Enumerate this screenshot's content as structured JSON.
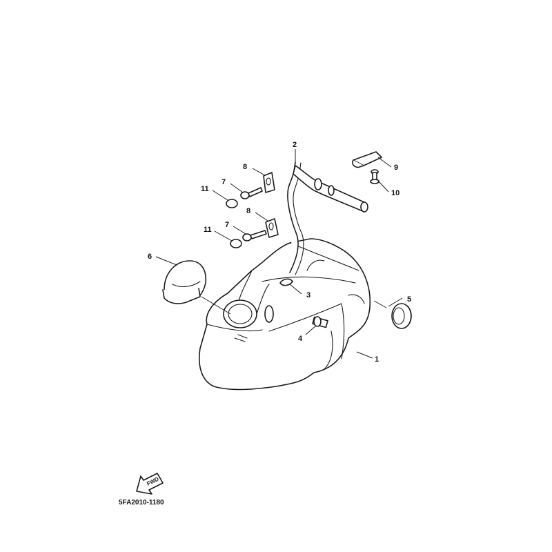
{
  "diagram": {
    "code": "5FA2010-1180",
    "fwd_label": "FWD",
    "callouts": [
      {
        "id": "n2",
        "text": "2"
      },
      {
        "id": "n8a",
        "text": "8"
      },
      {
        "id": "n9",
        "text": "9"
      },
      {
        "id": "n7a",
        "text": "7"
      },
      {
        "id": "n11a",
        "text": "11"
      },
      {
        "id": "n10",
        "text": "10"
      },
      {
        "id": "n8b",
        "text": "8"
      },
      {
        "id": "n7b",
        "text": "7"
      },
      {
        "id": "n11b",
        "text": "11"
      },
      {
        "id": "n6",
        "text": "6"
      },
      {
        "id": "n3",
        "text": "3"
      },
      {
        "id": "n5",
        "text": "5"
      },
      {
        "id": "n4",
        "text": "4"
      },
      {
        "id": "n1",
        "text": "1"
      }
    ]
  }
}
